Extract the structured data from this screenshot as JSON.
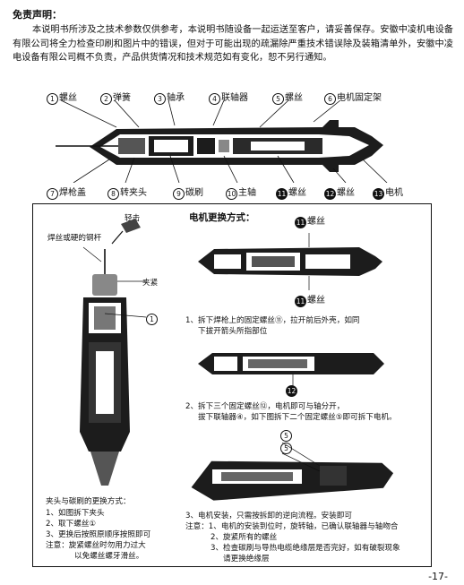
{
  "disclaimer": {
    "title": "免责声明：",
    "body": "本说明书所涉及之技术参数仅供参考，本说明书随设备一起运送至客户，请妥善保存。安徽中凌机电设备有限公司将全力检查印刷和图片中的错误，但对于可能出现的疏漏除严重技术错误除及装箱清单外，安徽中凌电设备有限公司概不负责，产品供货情况和技术规范如有变化，恕不另行通知。"
  },
  "top_labels": [
    {
      "num": "1",
      "text": "螺丝"
    },
    {
      "num": "2",
      "text": "弹簧"
    },
    {
      "num": "3",
      "text": "轴承"
    },
    {
      "num": "4",
      "text": "联轴器"
    },
    {
      "num": "5",
      "text": "螺丝"
    },
    {
      "num": "6",
      "text": "电机固定架"
    }
  ],
  "bottom_labels": [
    {
      "num": "7",
      "text": "焊枪盖"
    },
    {
      "num": "8",
      "text": "转夹头"
    },
    {
      "num": "9",
      "text": "碳刷"
    },
    {
      "num": "10",
      "text": "主轴"
    },
    {
      "num": "11",
      "text": "螺丝"
    },
    {
      "num": "12",
      "text": "螺丝"
    },
    {
      "num": "13",
      "text": "电机"
    }
  ],
  "left_diagram": {
    "tap_label": "轻击",
    "rod_label": "焊丝或硬的钢杆",
    "clamp_label": "夹紧",
    "ref_num": "1",
    "caption_title": "夹头与碳刷的更换方式：",
    "steps": [
      "1、如图拆下夹头",
      "2、取下螺丝①",
      "3、更换后按照原顺序按照即可",
      "注意：旋紧螺丝时勿用力过大",
      "以免螺丝螺牙滑丝。"
    ]
  },
  "right_diagram": {
    "title": "电机更换方式：",
    "screw_label_top": "螺丝",
    "screw_label_bottom": "螺丝",
    "screw_num": "11",
    "ref12": "12",
    "ref5": "5",
    "step1_a": "1、拆下焊枪上的固定螺丝⑪，拉开前后外壳，如同",
    "step1_b": "下拔开箭头所指部位",
    "step2_a": "2、拆下三个固定螺丝⑫，电机即可与轴分开，",
    "step2_b": "拔下联轴器④，如下图拆下二个固定螺丝⑤即可拆下电机。",
    "step3_a": "3、电机安装，只需按拆卸的逆向流程。安装即可",
    "note_1": "注意：1、电机的安装到位时，旋转轴，已确认联轴器与轴吻合",
    "note_2": "2、旋紧所有的螺丝",
    "note_3": "3、检查碳刷与导热电缆绝缘层是否完好，如有破裂现象",
    "note_4": "请更换绝缘层"
  },
  "page_number": "-17-"
}
